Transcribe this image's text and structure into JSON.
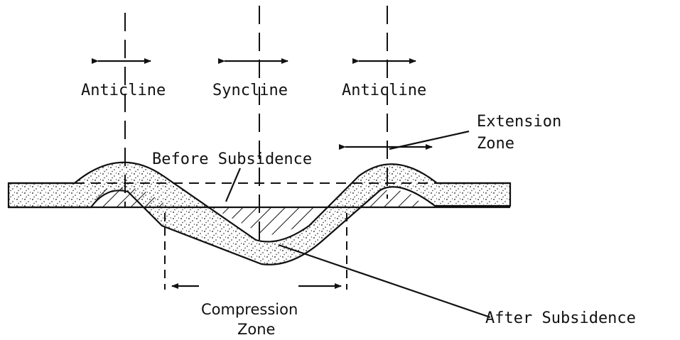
{
  "labels": {
    "anticline_left": "Anticline",
    "syncline": "Syncline",
    "anticline_right": "Anticline",
    "extension_line1": "Extension",
    "extension_line2": "Zone",
    "before_subsidence": "Before Subsidence",
    "after_subsidence": "After Subsidence",
    "compression_line1": "Compression",
    "compression_line2": "Zone"
  },
  "colors": {
    "ink": "#111111",
    "background": "#ffffff"
  }
}
